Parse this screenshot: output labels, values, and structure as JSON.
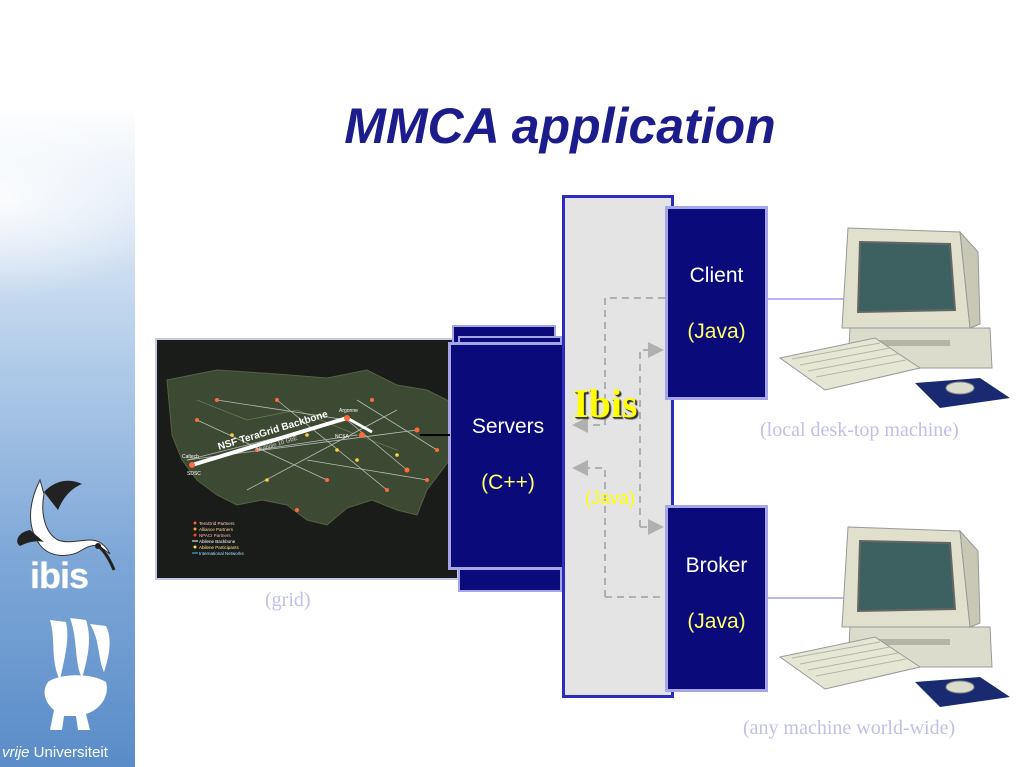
{
  "slide": {
    "title": "MMCA application"
  },
  "sidebar": {
    "ibis_logo_text": "ibis",
    "university_prefix": "vrije",
    "university_suffix": " Universiteit"
  },
  "map": {
    "backbone_label": "NSF TeraGrid Backbone",
    "backbone_sub": "Multiple 10 GbE",
    "legend": [
      "TeraGrid Partners",
      "Alliance Partners",
      "NPACI Partners",
      "Abilene Backbone",
      "Abilene Participants",
      "International Networks"
    ],
    "city_labels": [
      "Caltech",
      "SDSC",
      "NCSA",
      "Argonne"
    ],
    "caption": "(grid)"
  },
  "servers": {
    "label": "Servers",
    "lang": "(C++)"
  },
  "ibis": {
    "label": "Ibis",
    "lang": "(Java)"
  },
  "client": {
    "label": "Client",
    "lang": "(Java)",
    "caption": "(local desk-top machine)"
  },
  "broker": {
    "label": "Broker",
    "lang": "(Java)",
    "caption": "(any machine world-wide)"
  },
  "colors": {
    "title": "#1c1c8c",
    "box_fill": "#0a0a7a",
    "box_border": "#a6a6e6",
    "ibis_column_border": "#2b2bc2",
    "accent_yellow": "#ffff66",
    "caption": "#c0c0e8"
  }
}
